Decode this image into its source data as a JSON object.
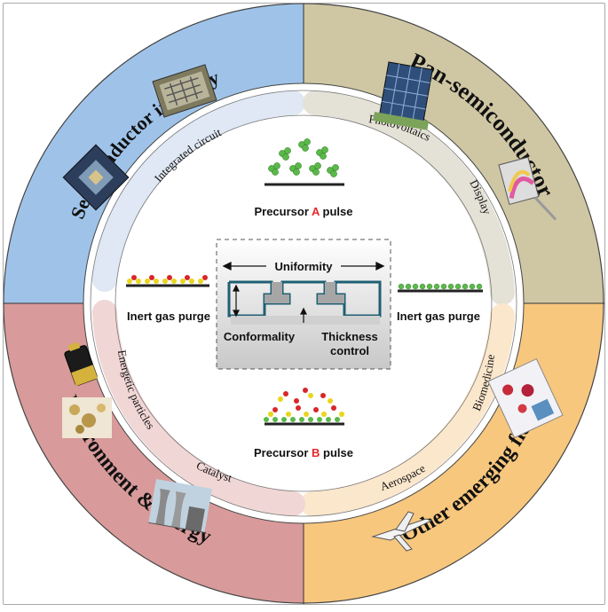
{
  "sectors": {
    "top_left": {
      "label": "Semiconductor industry",
      "color": "#9fc3e8"
    },
    "top_right": {
      "label": "Pan-semiconductor",
      "color": "#cfc6a4"
    },
    "bottom_left": {
      "label": "Environment & energy",
      "color": "#d89a9a"
    },
    "bottom_right": {
      "label": "Other emerging fields",
      "color": "#f7c77e"
    }
  },
  "inner_band_labels": {
    "integrated_circuit": "Integrated circuit",
    "photovoltaics": "Photovoltaics",
    "display": "Display",
    "biomedicine": "Biomedicine",
    "aerospace": "Aerospace",
    "catalyst": "Catalyst",
    "energetic_particles": "Energetic particles"
  },
  "center": {
    "precursor_a_prefix": "Precursor ",
    "precursor_a_letter": "A",
    "precursor_a_suffix": " pulse",
    "precursor_b_prefix": "Precursor ",
    "precursor_b_letter": "B",
    "precursor_b_suffix": " pulse",
    "purge_left": "Inert gas purge",
    "purge_right": "Inert gas purge",
    "uniformity": "Uniformity",
    "conformality": "Conformality",
    "thickness_line1": "Thickness",
    "thickness_line2": "control"
  },
  "icons": {
    "top_left_images": [
      "chip-board-icon",
      "chip-wafer-icon"
    ],
    "top_right_images": [
      "solar-panel-icon",
      "display-device-icon"
    ],
    "bottom_left_images": [
      "battery-icon",
      "particles-icon",
      "factory-icon"
    ],
    "bottom_right_images": [
      "biomedicine-icon",
      "airplane-icon"
    ]
  },
  "colors": {
    "accent_red": "#e8262a",
    "precursor_green": "#5bb84a",
    "purge_yellow": "#e8d61c",
    "structure_teal": "#1f5f73",
    "structure_gray": "#a6a6a6"
  }
}
